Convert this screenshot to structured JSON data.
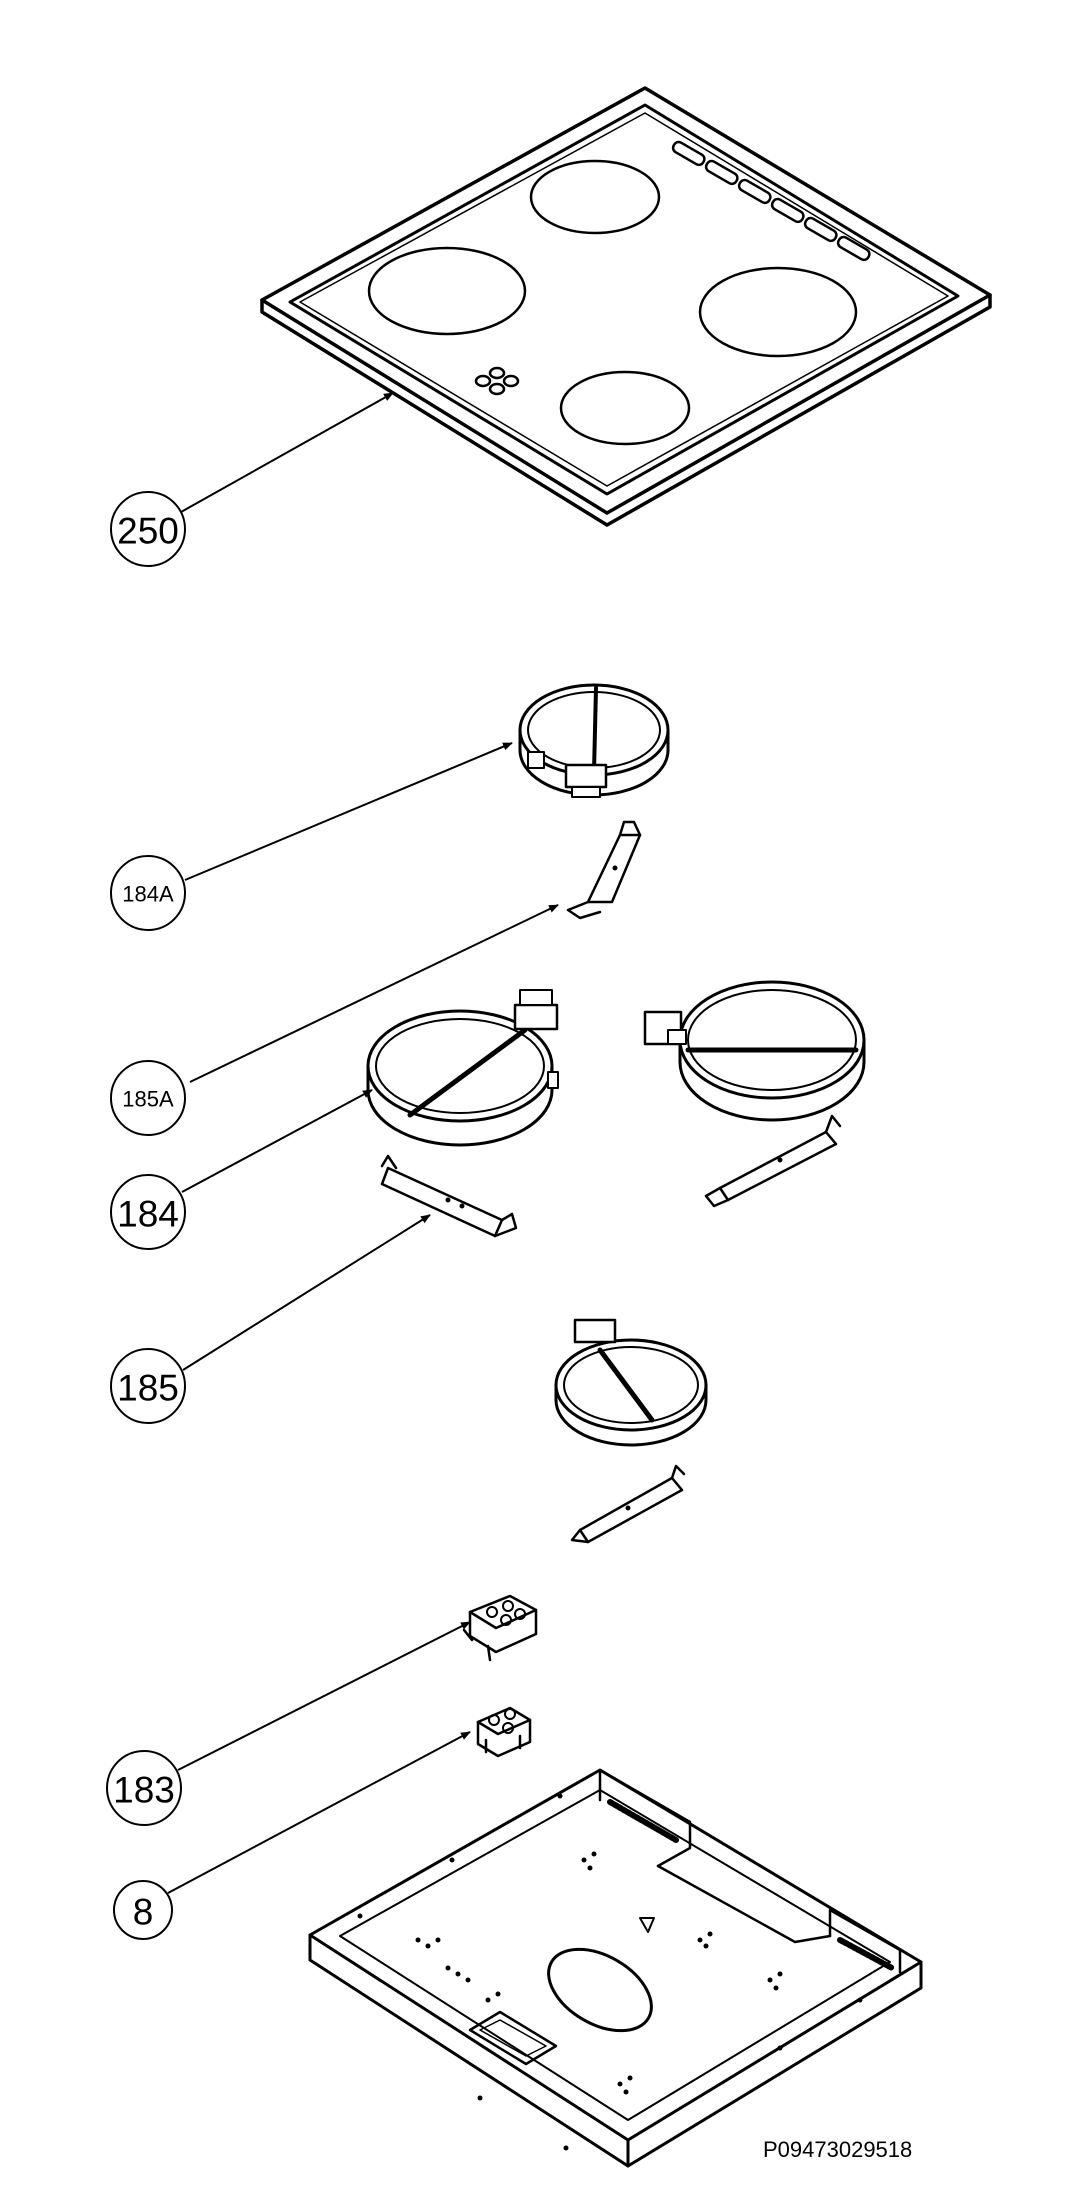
{
  "callouts": [
    {
      "id": "c250",
      "label": "250"
    },
    {
      "id": "c184a",
      "label": "184A"
    },
    {
      "id": "c185a",
      "label": "185A"
    },
    {
      "id": "c184",
      "label": "184"
    },
    {
      "id": "c185",
      "label": "185"
    },
    {
      "id": "c183",
      "label": "183"
    },
    {
      "id": "c8",
      "label": "8"
    }
  ],
  "reference_code": "P09473029518"
}
